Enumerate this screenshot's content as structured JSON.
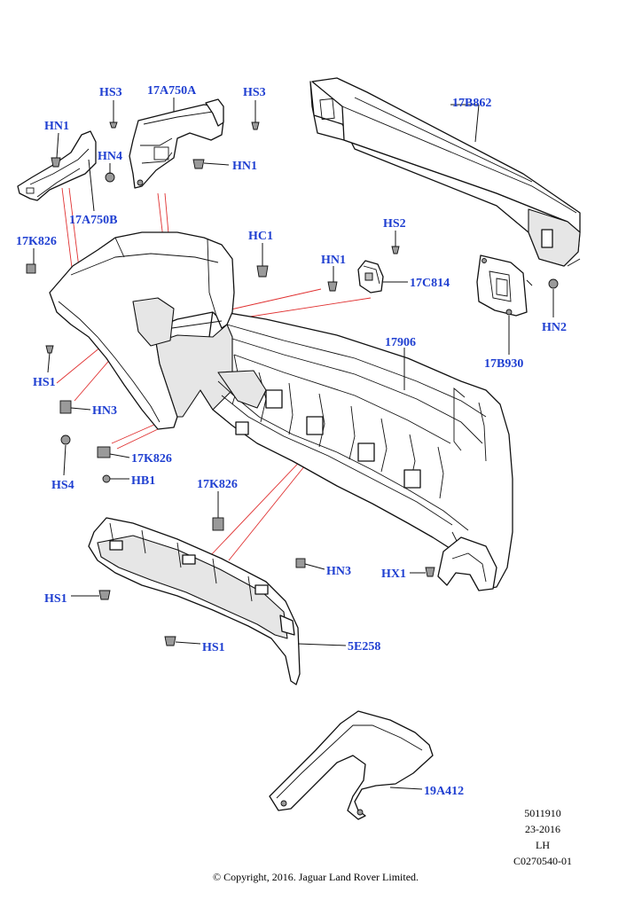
{
  "callouts": {
    "hs3_a": "HS3",
    "a750a": "17A750A",
    "hs3_b": "HS3",
    "hn1_a": "HN1",
    "hn4": "HN4",
    "hn1_b": "HN1",
    "a750b": "17A750B",
    "b862": "17B862",
    "k826_a": "17K826",
    "hc1": "HC1",
    "hs2": "HS2",
    "hn1_c": "HN1",
    "c814": "17C814",
    "hn2": "HN2",
    "p17906": "17906",
    "b930": "17B930",
    "hs1_a": "HS1",
    "hn3_a": "HN3",
    "hs4": "HS4",
    "k826_b": "17K826",
    "hb1": "HB1",
    "k826_c": "17K826",
    "hn3_b": "HN3",
    "hx1": "HX1",
    "hs1_b": "HS1",
    "hs1_c": "HS1",
    "e258": "5E258",
    "a412": "19A412"
  },
  "meta": {
    "number": "5011910",
    "date_code": "23-2016",
    "side": "LH",
    "illustration_id": "C0270540-01"
  },
  "copyright": "© Copyright, 2016. Jaguar Land Rover Limited."
}
